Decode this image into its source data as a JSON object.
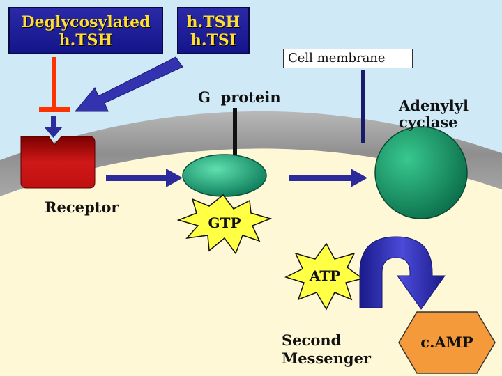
{
  "boxes": {
    "deglycosylated": {
      "line1": "Deglycosylated",
      "line2": "h.TSH"
    },
    "htsh": {
      "line1": "h.TSH",
      "line2": "h.TSI"
    }
  },
  "labels": {
    "cell_membrane": "Cell membrane",
    "g_protein": "G  protein",
    "adenylyl_line1": "Adenylyl",
    "adenylyl_line2": "cyclase",
    "receptor": "Receptor",
    "gtp": "GTP",
    "atp": "ATP",
    "second_line1": "Second",
    "second_line2": "Messenger",
    "camp": "c.AMP"
  },
  "colors": {
    "background_sky": "#cfe9f6",
    "cytoplasm": "#fff8d6",
    "membrane": "#9a9a9a",
    "box_fill": "#1a1a90",
    "box_text": "#ffdd33",
    "arrow_blue": "#2b2b9c",
    "inhibit_red": "#ff3300",
    "receptor_red": "#b30d0d",
    "g_protein_teal": "#1e9e7a",
    "adenylyl_green": "#1a9a6a",
    "star_yellow": "#ffff44",
    "camp_orange": "#f59a3a"
  }
}
